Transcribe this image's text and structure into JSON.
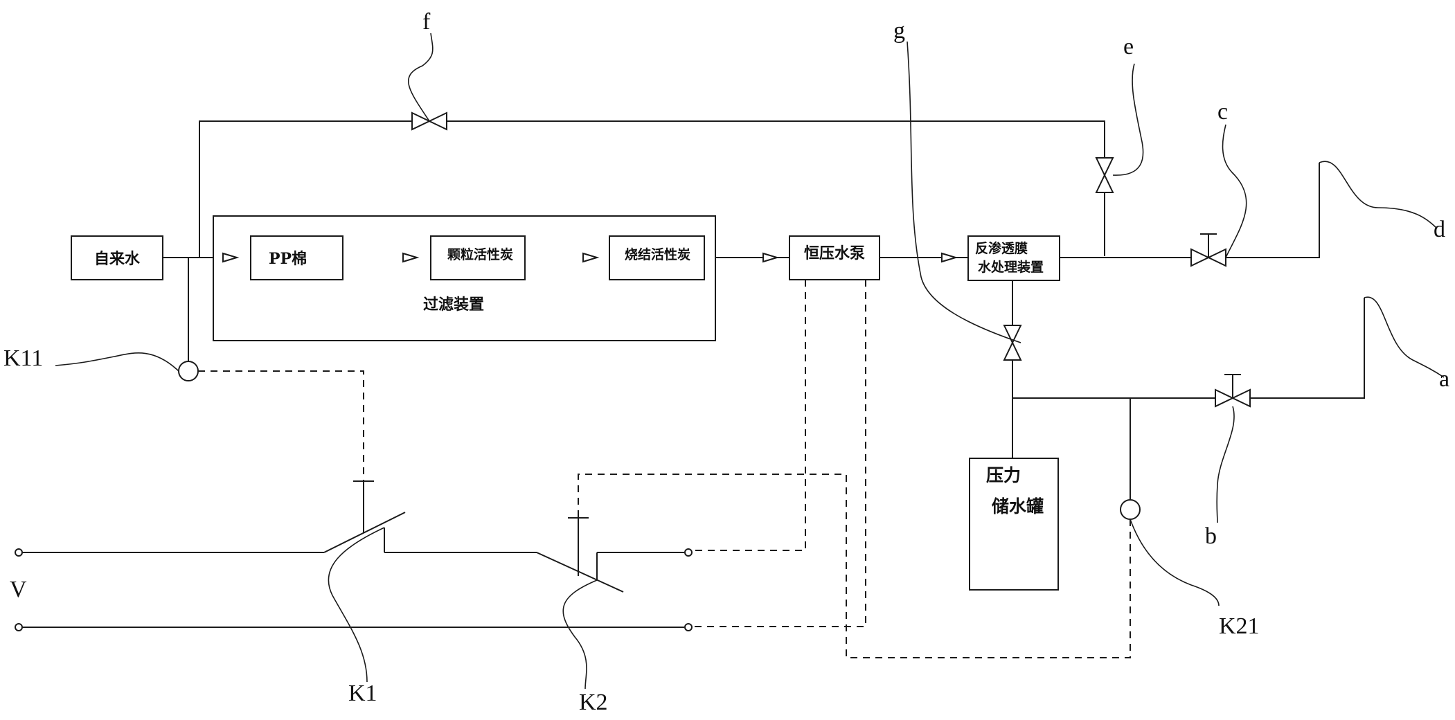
{
  "components": {
    "tap_water": "自来水",
    "pp_cotton": "PP棉",
    "granular_carbon": "颗粒活性炭",
    "sintered_carbon": "烧结活性炭",
    "filter_device": "过滤装置",
    "pump": "恒压水泵",
    "ro_line1": "反渗透膜",
    "ro_line2": "水处理装置",
    "tank_line1": "压力",
    "tank_line2": "储水罐"
  },
  "labels": {
    "a": "a",
    "b": "b",
    "c": "c",
    "d": "d",
    "e": "e",
    "f": "f",
    "g": "g",
    "k11": "K11",
    "k21": "K21",
    "k1": "K1",
    "k2": "K2",
    "v": "V"
  }
}
